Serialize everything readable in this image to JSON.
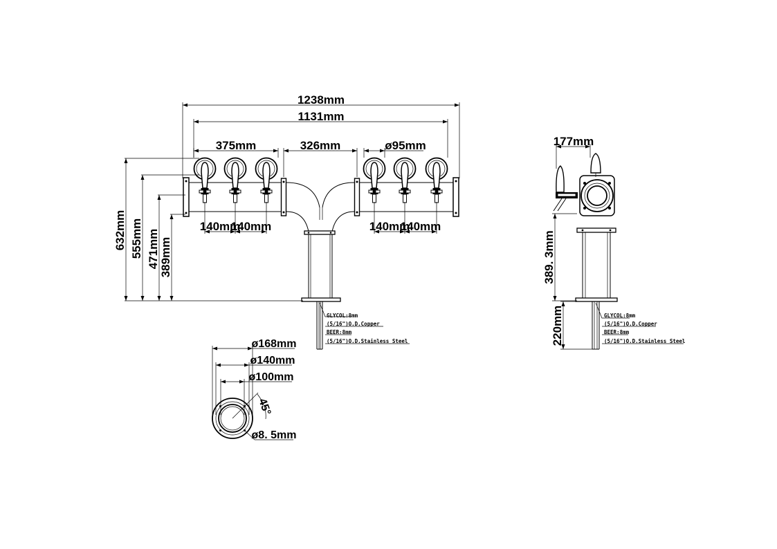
{
  "dimensions": {
    "front": {
      "overall_width": "1238mm",
      "inner_width": "1131mm",
      "tap_group_width": "375mm",
      "center_gap": "326mm",
      "flange_diameter": "ø95mm",
      "tap_spacing": [
        "140mm",
        "140mm",
        "140mm",
        "140mm"
      ],
      "heights": [
        "632mm",
        "555mm",
        "471mm",
        "389mm"
      ]
    },
    "side": {
      "depth": "177mm",
      "column_height": "389. 3mm",
      "tube_length": "220mm"
    },
    "base": {
      "outer_diameter": "ø168mm",
      "bolt_circle": "ø140mm",
      "inner_diameter": "ø100mm",
      "bolt_angle": "45°",
      "bolt_hole": "ø8. 5mm"
    }
  },
  "notes": {
    "front": [
      "GLYCOL:8mm",
      "(5/16\")O.D.Copper",
      "BEER:8mm",
      "(5/16\")O.D.Stainless Steel"
    ],
    "side": [
      "GLYCOL:8mm",
      "(5/16\")O.D.Copper",
      "BEER:8mm",
      "(5/16\")O.D.Stainless Steel"
    ]
  },
  "tap_count": 6
}
